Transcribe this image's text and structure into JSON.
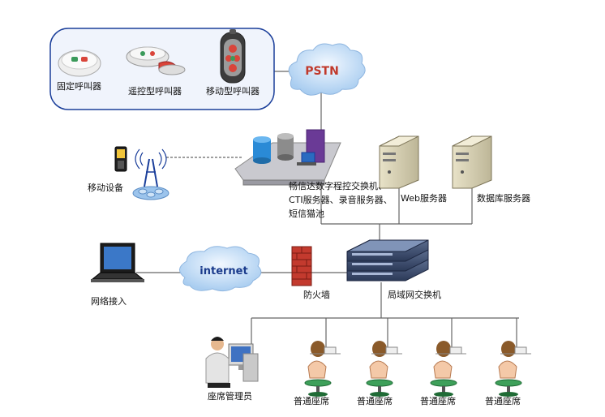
{
  "devices_group": {
    "fixed_caller": "固定呼叫器",
    "remote_caller": "遥控型呼叫器",
    "mobile_caller": "移动型呼叫器"
  },
  "pstn_cloud": {
    "label": "PSTN"
  },
  "mobile_device": {
    "label": "移动设备"
  },
  "pbx": {
    "label": "畅信达数字程控交换机、CTI服务器、录音服务器、短信猫池"
  },
  "web_server": {
    "label": "Web服务器"
  },
  "db_server": {
    "label": "数据库服务器"
  },
  "internet_cloud": {
    "label": "internet"
  },
  "laptop": {
    "label": "网络接入"
  },
  "firewall": {
    "label": "防火墙"
  },
  "lan_switch": {
    "label": "局域网交换机"
  },
  "seat_manager": {
    "label": "座席管理员"
  },
  "seats": [
    {
      "label": "普通座席"
    },
    {
      "label": "普通座席"
    },
    {
      "label": "普通座席"
    },
    {
      "label": "普通座席"
    }
  ],
  "colors": {
    "line": "#666666",
    "pstn_text": "#c0392b",
    "internet_text": "#1a3b8c",
    "cloud_fill": "#bcd9f5",
    "group_border": "#1a3e9a"
  }
}
